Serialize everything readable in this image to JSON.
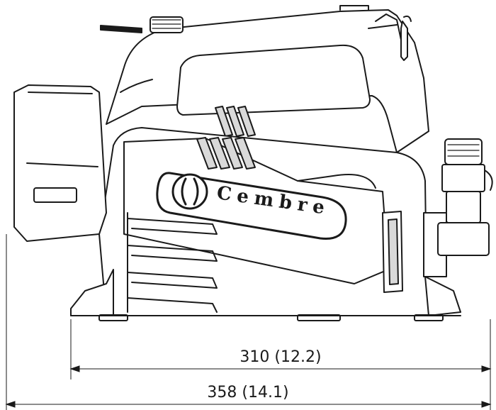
{
  "product": {
    "brand_text": "Cembre",
    "logo_icon": "cembre-logo-icon"
  },
  "dimensions": {
    "inner_width_label": "310 (12.2)",
    "outer_width_label": "358 (14.1)"
  },
  "colors": {
    "line": "#1a1a1a",
    "fill": "#ffffff",
    "shade": "#d9d9d9"
  }
}
